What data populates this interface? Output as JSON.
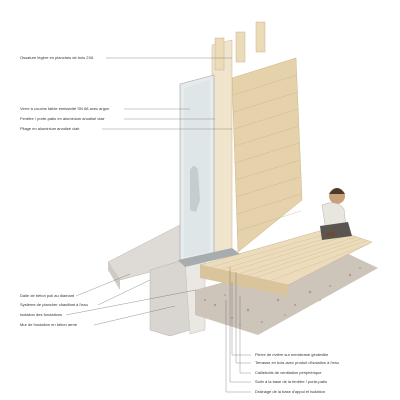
{
  "annotations": {
    "left": [
      "Ossature légère en planches de bois 2X6",
      "Verre à couche faible émissivité SN 68 avec argon",
      "Fenêtre / porte-patio en aluminium anodisé clair",
      "Pliage en aluminium anodisé clair",
      "Dalle de béton poli au diamant",
      "Système de plancher chauffant à l'eau",
      "Isolation des fondations",
      "Mur de fondation en béton armé"
    ],
    "right": [
      "Pierre de rivière sur membrane géotextile",
      "Terrasse en bois avec produit d'isolation à l'eau",
      "Caillebotis de ventilation périphérique",
      "Solin à la base de la fenêtre / porte-patio",
      "Drainage de la base d'appui et isolation"
    ]
  },
  "colors": {
    "concrete": "#d9d6d2",
    "wood": "#e8d9bc",
    "shingles": "#e2cfa8",
    "gravel": "#c9c0b6",
    "glass": "#dde4e6",
    "leader": "#666666"
  }
}
